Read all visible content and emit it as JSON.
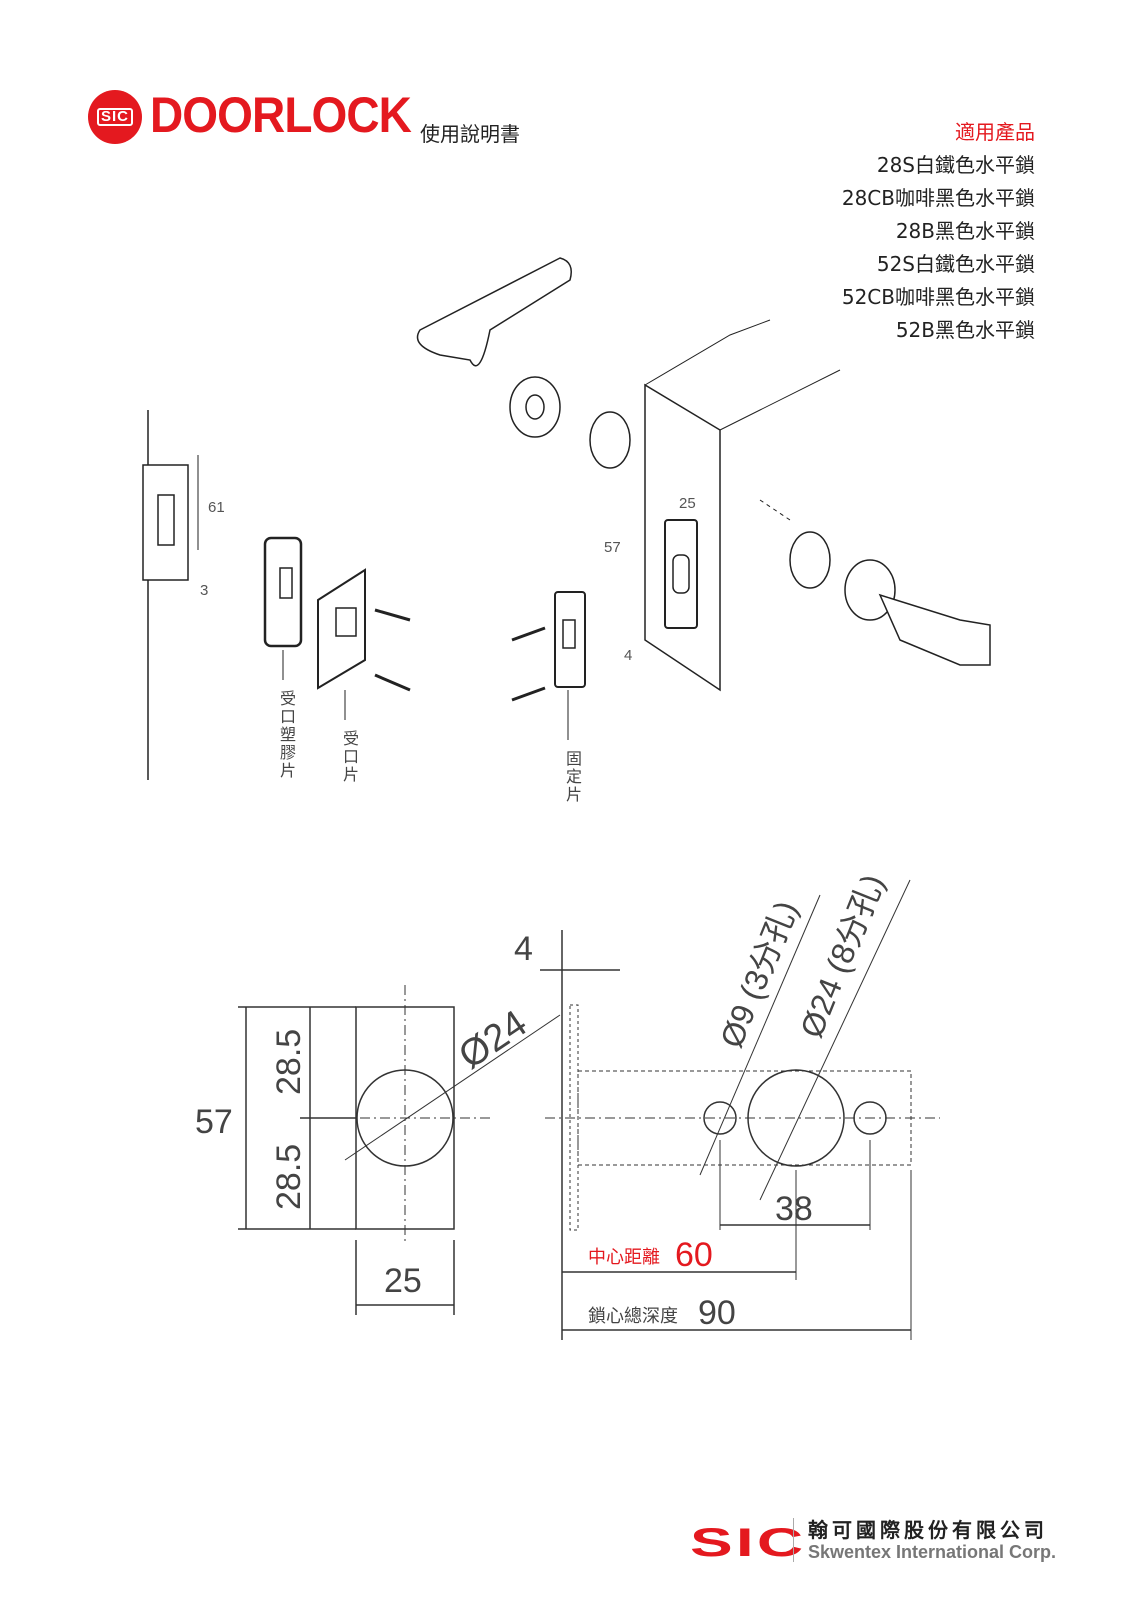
{
  "header": {
    "logo_text": "SIC",
    "brand": "DOORLOCK",
    "subtitle": "使用說明書"
  },
  "products": {
    "heading": "適用產品",
    "items": [
      "28S白鐵色水平鎖",
      "28CB咖啡黑色水平鎖",
      "28B黑色水平鎖",
      "52S白鐵色水平鎖",
      "52CB咖啡黑色水平鎖",
      "52B黑色水平鎖"
    ]
  },
  "exploded": {
    "dim_61": "61",
    "dim_3": "3",
    "dim_25": "25",
    "dim_57": "57",
    "dim_4": "4",
    "label_strike_plastic": "受口塑膠片",
    "label_strike_plate": "受口片",
    "label_face_plate": "固定片"
  },
  "dimensions": {
    "d57": "57",
    "d28_5_top": "28.5",
    "d28_5_bottom": "28.5",
    "d25": "25",
    "hole24_left": "Ø24",
    "d4": "4",
    "hole9": "Ø9 (3分孔)",
    "hole24": "Ø24 (8分孔)",
    "d38": "38",
    "backset_label": "中心距離",
    "backset_value": "60",
    "depth_label": "鎖心總深度",
    "depth_value": "90"
  },
  "colors": {
    "accent": "#e4191f"
  },
  "footer": {
    "logo_text": "SIC",
    "company_cn": "翰可國際股份有限公司",
    "company_en": "Skwentex International Corp."
  }
}
